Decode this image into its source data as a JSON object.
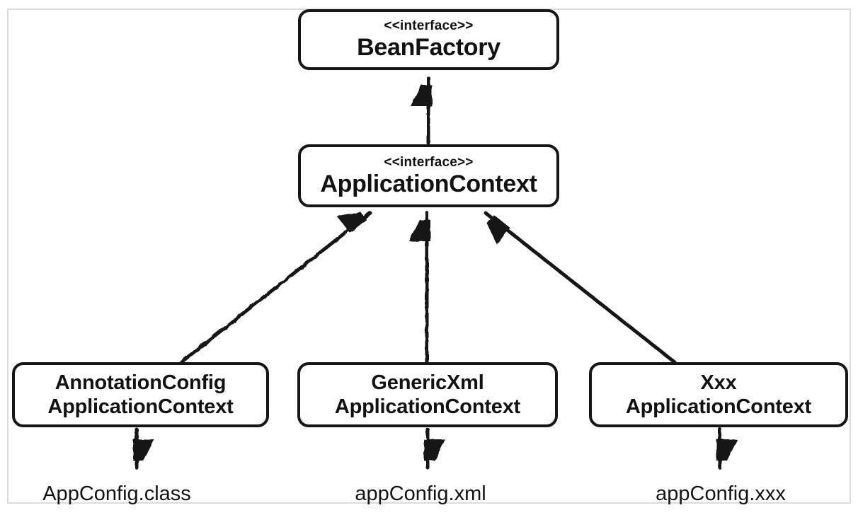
{
  "diagram": {
    "type": "uml-class-hierarchy",
    "colors": {
      "line": "#151515",
      "frame_border": "#dcdcdc",
      "background": "#ffffff",
      "text": "#141414"
    },
    "nodes": {
      "bean_factory": {
        "stereotype": "<<interface>>",
        "name": "BeanFactory"
      },
      "application_context": {
        "stereotype": "<<interface>>",
        "name": "ApplicationContext"
      },
      "annotation_config": {
        "line1": "AnnotationConfig",
        "line2": "ApplicationContext"
      },
      "generic_xml": {
        "line1": "GenericXml",
        "line2": "ApplicationContext"
      },
      "xxx": {
        "line1": "Xxx",
        "line2": "ApplicationContext"
      }
    },
    "file_labels": {
      "annotation_config": "AppConfig.class",
      "generic_xml": "appConfig.xml",
      "xxx": "appConfig.xxx"
    },
    "edges": [
      {
        "from": "ApplicationContext",
        "to": "BeanFactory",
        "relation": "extends"
      },
      {
        "from": "AnnotationConfigApplicationContext",
        "to": "ApplicationContext",
        "relation": "implements"
      },
      {
        "from": "GenericXmlApplicationContext",
        "to": "ApplicationContext",
        "relation": "implements"
      },
      {
        "from": "XxxApplicationContext",
        "to": "ApplicationContext",
        "relation": "implements"
      },
      {
        "from": "AnnotationConfigApplicationContext",
        "to": "AppConfig.class",
        "relation": "reads"
      },
      {
        "from": "GenericXmlApplicationContext",
        "to": "appConfig.xml",
        "relation": "reads"
      },
      {
        "from": "XxxApplicationContext",
        "to": "appConfig.xxx",
        "relation": "reads"
      }
    ]
  }
}
